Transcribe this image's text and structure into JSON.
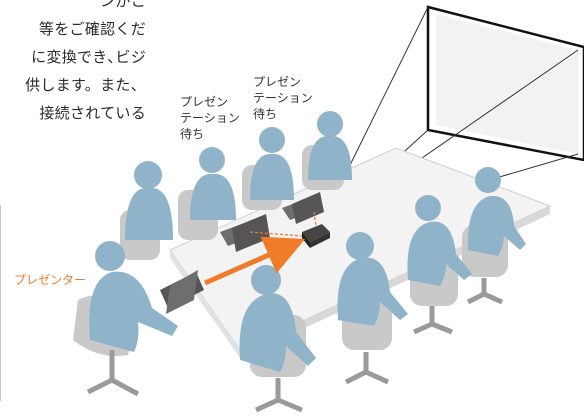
{
  "background_text": [
    "ンがこ",
    "等をご確認くだ",
    "に変換でき､ビジ",
    "供します。また、",
    "接続されている"
  ],
  "labels": {
    "waiting_1": [
      "プレゼン",
      "テーション",
      "待ち"
    ],
    "waiting_2": [
      "プレゼン",
      "テーション",
      "待ち"
    ],
    "presenter": "プレゼンター"
  },
  "colors": {
    "person": "#8fb4c9",
    "chair": "#c9c9c9",
    "chair_dark": "#9a9a9a",
    "table": "#f3f3f3",
    "presenter_accent": "#f07c2a",
    "screen_border": "#111111",
    "text": "#333333"
  },
  "icons": [
    "projector-icon",
    "laptop-icon",
    "screen-icon",
    "person-icon",
    "chair-icon"
  ]
}
